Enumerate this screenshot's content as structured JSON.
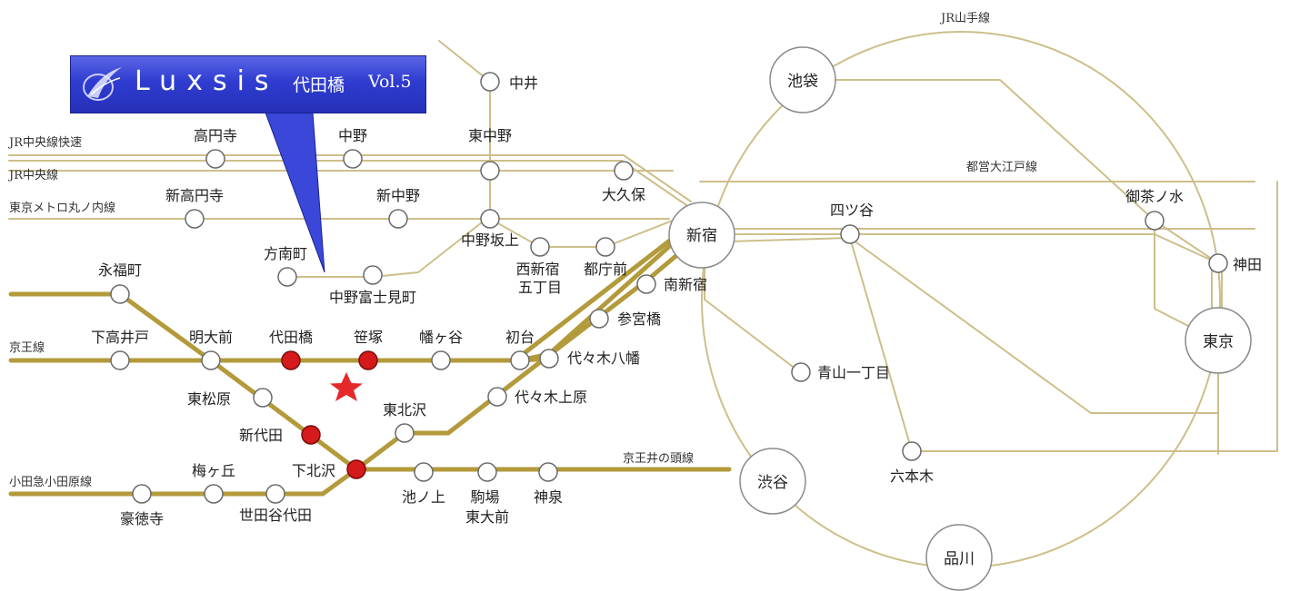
{
  "banner": {
    "name": "Luxsis",
    "sub": "代田橋",
    "vol": "Vol.5"
  },
  "colors": {
    "thin_line": "#cdbf8a",
    "thick_line": "#b39a3b",
    "star": "#e5282a",
    "station_red": "#d41a1a",
    "banner": "#2f3cd0"
  },
  "line_labels": {
    "yamanote": "JR山手線",
    "chuo_rapid": "JR中央線快速",
    "chuo": "JR中央線",
    "marunouchi": "東京メトロ丸ノ内線",
    "oedo": "都営大江戸線",
    "keio": "京王線",
    "odakyu": "小田急小田原線",
    "inokashira": "京王井の頭線"
  },
  "stations": {
    "ikebukuro": "池袋",
    "shinjuku": "新宿",
    "tokyo": "東京",
    "shibuya": "渋谷",
    "shinagawa": "品川",
    "nakai": "中井",
    "higashinakano": "東中野",
    "koenji": "高円寺",
    "nakano": "中野",
    "okubo": "大久保",
    "shinkoenji": "新高円寺",
    "shinnakano": "新中野",
    "nakanosakaue": "中野坂上",
    "yotsuya": "四ツ谷",
    "ochanomizu": "御茶ノ水",
    "kanda": "神田",
    "honancho": "方南町",
    "nakanofujimicho": "中野富士見町",
    "nishishinjuku5": "西新宿\n五丁目",
    "tochomae": "都庁前",
    "minamishinjuku": "南新宿",
    "eifukucho": "永福町",
    "sangubashi": "参宮橋",
    "shimotakaido": "下高井戸",
    "meidaimae": "明大前",
    "daitabashi": "代田橋",
    "sasazuka": "笹塚",
    "hatagaya": "幡ヶ谷",
    "hatsudai": "初台",
    "yoyogihachiman": "代々木八幡",
    "aoyama1": "青山一丁目",
    "higashimatsubara": "東松原",
    "yoyogiuehara": "代々木上原",
    "higashikitazawa": "東北沢",
    "shindaita": "新代田",
    "umegaoka": "梅ヶ丘",
    "shimokitazawa": "下北沢",
    "roppongi": "六本木",
    "gotokuji": "豪徳寺",
    "setagayadaita": "世田谷代田",
    "ikenoue": "池ノ上",
    "komabatodaimae": "駒場\n東大前",
    "shinsen": "神泉"
  }
}
